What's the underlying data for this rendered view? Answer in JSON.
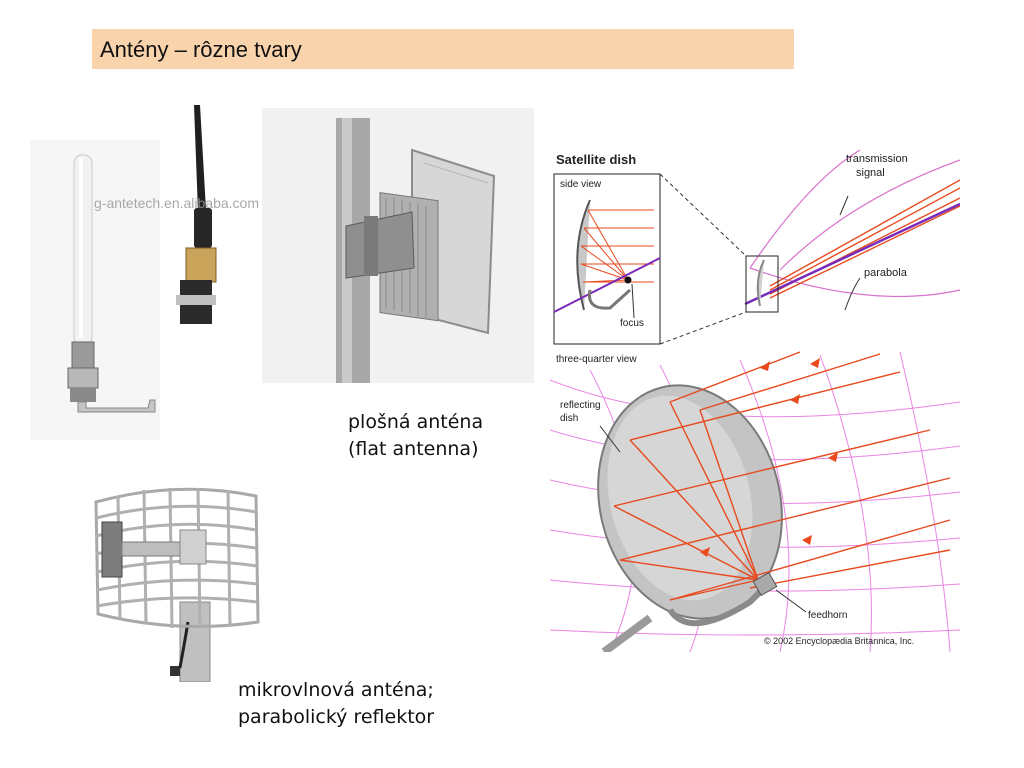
{
  "slide": {
    "title": "Antény – rôzne tvary"
  },
  "photos": {
    "whip_antenna": {
      "watermark": "g-antetech.en.alibaba.com"
    }
  },
  "captions": {
    "flat": [
      "plošná anténa",
      "(flat antenna)"
    ],
    "grid": [
      "mikrovlnová anténa;",
      "parabolický reflektor"
    ]
  },
  "diagram": {
    "title": "Satellite dish",
    "side_view": "side view",
    "focus": "focus",
    "transmission": [
      "transmission",
      "signal"
    ],
    "parabola": "parabola",
    "three_quarter": "three-quarter view",
    "reflecting": [
      "reflecting",
      "dish"
    ],
    "feedhorn": "feedhorn",
    "copyright": "© 2002 Encyclopædia Britannica, Inc."
  },
  "colors": {
    "title_bg": "#f9d3ac",
    "signal_ray": "#e84a1e",
    "grid_line": "#e878e0",
    "axis_line": "#7a2bb8"
  }
}
